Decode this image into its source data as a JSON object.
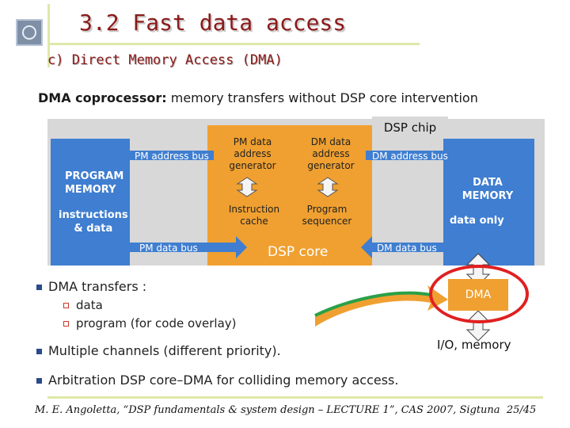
{
  "header": {
    "title": "3.2 Fast data access",
    "subtitle": "c) Direct Memory Access (DMA)"
  },
  "intro": {
    "term": "DMA coprocessor:",
    "text": " memory transfers without DSP core intervention"
  },
  "diagram": {
    "chip_label": "DSP chip",
    "program_memory": {
      "line1": "PROGRAM",
      "line2": "MEMORY",
      "content1": "instructions",
      "content2": "& data"
    },
    "data_memory": {
      "line1": "DATA",
      "line2": "MEMORY",
      "content": "data only"
    },
    "buses": {
      "pm_address": "PM address bus",
      "pm_data": "PM data bus",
      "dm_address": "DM address bus",
      "dm_data": "DM data bus"
    },
    "blocks": {
      "pm_addr_gen": [
        "PM data",
        "address",
        "generator"
      ],
      "dm_addr_gen": [
        "DM data",
        "address",
        "generator"
      ],
      "instruction_cache": [
        "Instruction",
        "cache"
      ],
      "program_sequencer": [
        "Program",
        "sequencer"
      ]
    },
    "core_label": "DSP core",
    "dma_label": "DMA",
    "io_label": "I/O, memory"
  },
  "bullets": {
    "dma_transfers": "DMA transfers :",
    "sub1": "data",
    "sub2": "program (for code overlay)",
    "channels": "Multiple channels (different priority).",
    "arbitration": "Arbitration DSP core–DMA for colliding memory access."
  },
  "footer": {
    "text": "M. E. Angoletta, “DSP fundamentals & system design – LECTURE 1”, CAS 2007, Sigtuna",
    "page": "25/45"
  },
  "colors": {
    "title": "#8B1A1A",
    "memory_blue": "#3f7ed0",
    "core_orange": "#f0a030",
    "highlight_red": "#e02020"
  }
}
